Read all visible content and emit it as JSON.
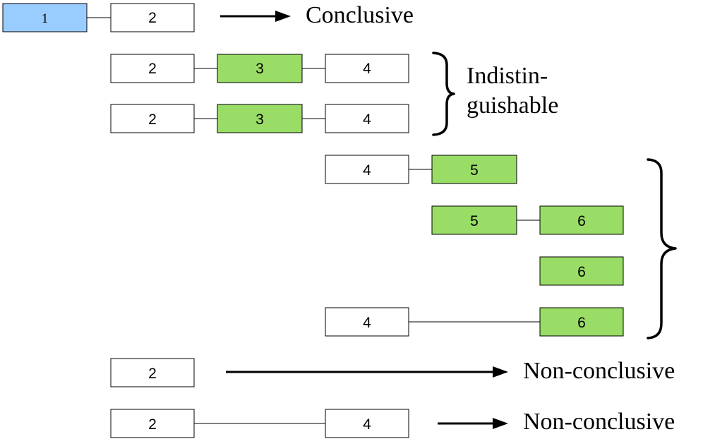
{
  "colors": {
    "blue_box": "#99ccff",
    "green_box": "#99dd66",
    "white_box": "#ffffff",
    "stroke": "#000000"
  },
  "rows": {
    "row1": {
      "box_a": "1",
      "box_b": "2",
      "label": "Conclusive"
    },
    "row2": {
      "box_a": "2",
      "box_b": "3",
      "box_c": "4"
    },
    "row3": {
      "box_a": "2",
      "box_b": "3",
      "box_c": "4"
    },
    "group1_label_line1": "Indistin-",
    "group1_label_line2": "guishable",
    "row4": {
      "box_a": "4",
      "box_b": "5"
    },
    "row5": {
      "box_a": "5",
      "box_b": "6"
    },
    "row6": {
      "box_a": "6"
    },
    "row7": {
      "box_a": "4",
      "box_b": "6"
    },
    "row8": {
      "box_a": "2",
      "label": "Non-conclusive"
    },
    "row9": {
      "box_a": "2",
      "box_b": "4",
      "label": "Non-conclusive"
    }
  }
}
